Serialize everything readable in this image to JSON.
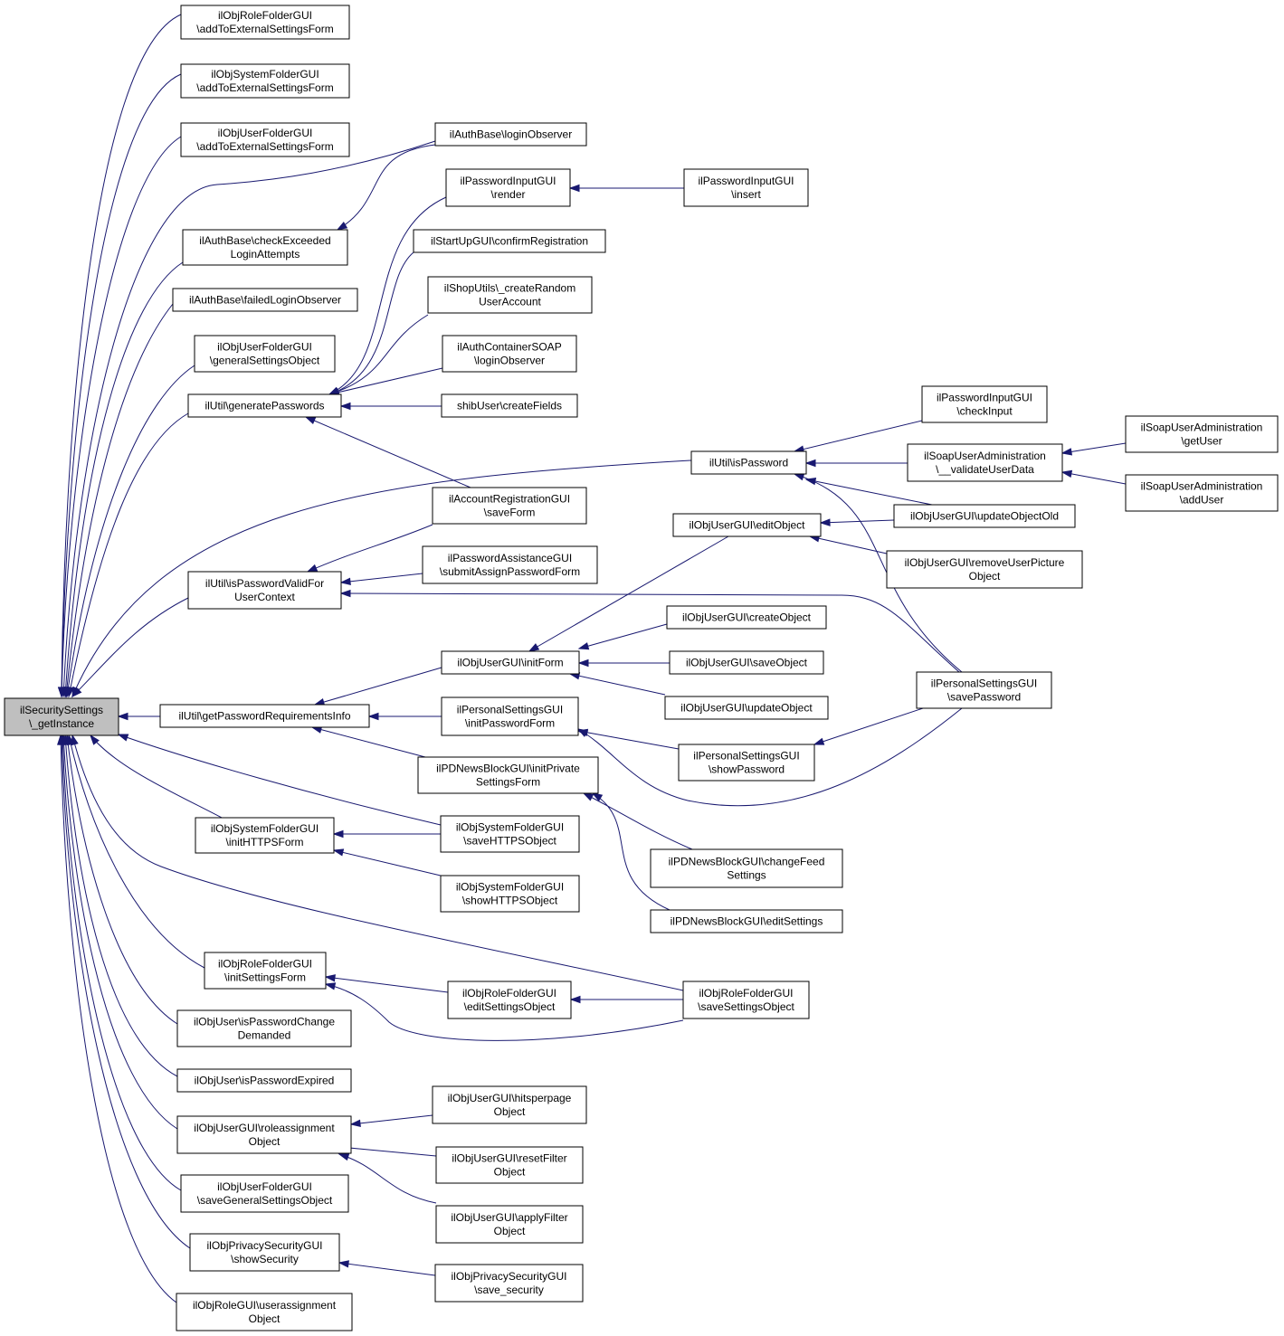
{
  "colors": {
    "edge": "#191970",
    "root_fill": "#bfbfbf",
    "node_fill": "#ffffff",
    "border": "#000000"
  },
  "nodes": [
    {
      "id": "root",
      "lines": [
        "ilSecuritySettings",
        "\\_getInstance"
      ]
    },
    {
      "id": "rfg_add",
      "lines": [
        "ilObjRoleFolderGUI",
        "\\addToExternalSettingsForm"
      ]
    },
    {
      "id": "sfg_add",
      "lines": [
        "ilObjSystemFolderGUI",
        "\\addToExternalSettingsForm"
      ]
    },
    {
      "id": "ufg_add",
      "lines": [
        "ilObjUserFolderGUI",
        "\\addToExternalSettingsForm"
      ]
    },
    {
      "id": "auth_login",
      "lines": [
        "ilAuthBase\\loginObserver"
      ]
    },
    {
      "id": "pig_render",
      "lines": [
        "ilPasswordInputGUI",
        "\\render"
      ]
    },
    {
      "id": "pig_insert",
      "lines": [
        "ilPasswordInputGUI",
        "\\insert"
      ]
    },
    {
      "id": "auth_check",
      "lines": [
        "ilAuthBase\\checkExceeded",
        "LoginAttempts"
      ]
    },
    {
      "id": "startup",
      "lines": [
        "ilStartUpGUI\\confirmRegistration"
      ]
    },
    {
      "id": "auth_failed",
      "lines": [
        "ilAuthBase\\failedLoginObserver"
      ]
    },
    {
      "id": "shop",
      "lines": [
        "ilShopUtils\\_createRandom",
        "UserAccount"
      ]
    },
    {
      "id": "ufg_general",
      "lines": [
        "ilObjUserFolderGUI",
        "\\generalSettingsObject"
      ]
    },
    {
      "id": "soap_login",
      "lines": [
        "ilAuthContainerSOAP",
        "\\loginObserver"
      ]
    },
    {
      "id": "util_gen",
      "lines": [
        "ilUtil\\generatePasswords"
      ]
    },
    {
      "id": "shib",
      "lines": [
        "shibUser\\createFields"
      ]
    },
    {
      "id": "pig_check",
      "lines": [
        "ilPasswordInputGUI",
        "\\checkInput"
      ]
    },
    {
      "id": "soap_getuser",
      "lines": [
        "ilSoapUserAdministration",
        "\\getUser"
      ]
    },
    {
      "id": "util_ispw",
      "lines": [
        "ilUtil\\isPassword"
      ]
    },
    {
      "id": "soap_validate",
      "lines": [
        "ilSoapUserAdministration",
        "\\__validateUserData"
      ]
    },
    {
      "id": "soap_adduser",
      "lines": [
        "ilSoapUserAdministration",
        "\\addUser"
      ]
    },
    {
      "id": "acc_save",
      "lines": [
        "ilAccountRegistrationGUI",
        "\\saveForm"
      ]
    },
    {
      "id": "ug_edit",
      "lines": [
        "ilObjUserGUI\\editObject"
      ]
    },
    {
      "id": "ug_updold",
      "lines": [
        "ilObjUserGUI\\updateObjectOld"
      ]
    },
    {
      "id": "pwa",
      "lines": [
        "ilPasswordAssistanceGUI",
        "\\submitAssignPasswordForm"
      ]
    },
    {
      "id": "ug_rmpic",
      "lines": [
        "ilObjUserGUI\\removeUserPicture",
        "Object"
      ]
    },
    {
      "id": "util_valid",
      "lines": [
        "ilUtil\\isPasswordValidFor",
        "UserContext"
      ]
    },
    {
      "id": "ug_create",
      "lines": [
        "ilObjUserGUI\\createObject"
      ]
    },
    {
      "id": "ug_init",
      "lines": [
        "ilObjUserGUI\\initForm"
      ]
    },
    {
      "id": "ug_save",
      "lines": [
        "ilObjUserGUI\\saveObject"
      ]
    },
    {
      "id": "ps_save",
      "lines": [
        "ilPersonalSettingsGUI",
        "\\savePassword"
      ]
    },
    {
      "id": "ug_update",
      "lines": [
        "ilObjUserGUI\\updateObject"
      ]
    },
    {
      "id": "util_req",
      "lines": [
        "ilUtil\\getPasswordRequirementsInfo"
      ]
    },
    {
      "id": "ps_init",
      "lines": [
        "ilPersonalSettingsGUI",
        "\\initPasswordForm"
      ]
    },
    {
      "id": "ps_show",
      "lines": [
        "ilPersonalSettingsGUI",
        "\\showPassword"
      ]
    },
    {
      "id": "nb_init",
      "lines": [
        "ilPDNewsBlockGUI\\initPrivate",
        "SettingsForm"
      ]
    },
    {
      "id": "sfg_init",
      "lines": [
        "ilObjSystemFolderGUI",
        "\\initHTTPSForm"
      ]
    },
    {
      "id": "sfg_save",
      "lines": [
        "ilObjSystemFolderGUI",
        "\\saveHTTPSObject"
      ]
    },
    {
      "id": "nb_change",
      "lines": [
        "ilPDNewsBlockGUI\\changeFeed",
        "Settings"
      ]
    },
    {
      "id": "sfg_show",
      "lines": [
        "ilObjSystemFolderGUI",
        "\\showHTTPSObject"
      ]
    },
    {
      "id": "nb_edit",
      "lines": [
        "ilPDNewsBlockGUI\\editSettings"
      ]
    },
    {
      "id": "rfg_init",
      "lines": [
        "ilObjRoleFolderGUI",
        "\\initSettingsForm"
      ]
    },
    {
      "id": "rfg_edit",
      "lines": [
        "ilObjRoleFolderGUI",
        "\\editSettingsObject"
      ]
    },
    {
      "id": "rfg_save",
      "lines": [
        "ilObjRoleFolderGUI",
        "\\saveSettingsObject"
      ]
    },
    {
      "id": "user_change",
      "lines": [
        "ilObjUser\\isPasswordChange",
        "Demanded"
      ]
    },
    {
      "id": "user_expired",
      "lines": [
        "ilObjUser\\isPasswordExpired"
      ]
    },
    {
      "id": "ug_hits",
      "lines": [
        "ilObjUserGUI\\hitsperpage",
        "Object"
      ]
    },
    {
      "id": "ug_role",
      "lines": [
        "ilObjUserGUI\\roleassignment",
        "Object"
      ]
    },
    {
      "id": "ug_reset",
      "lines": [
        "ilObjUserGUI\\resetFilter",
        "Object"
      ]
    },
    {
      "id": "ufg_savegen",
      "lines": [
        "ilObjUserFolderGUI",
        "\\saveGeneralSettingsObject"
      ]
    },
    {
      "id": "ug_apply",
      "lines": [
        "ilObjUserGUI\\applyFilter",
        "Object"
      ]
    },
    {
      "id": "psg_show",
      "lines": [
        "ilObjPrivacySecurityGUI",
        "\\showSecurity"
      ]
    },
    {
      "id": "psg_save",
      "lines": [
        "ilObjPrivacySecurityGUI",
        "\\save_security"
      ]
    },
    {
      "id": "rg_user",
      "lines": [
        "ilObjRoleGUI\\userassignment",
        "Object"
      ]
    }
  ],
  "edges": [
    {
      "from": "rfg_add",
      "to": "root"
    },
    {
      "from": "sfg_add",
      "to": "root"
    },
    {
      "from": "ufg_add",
      "to": "root"
    },
    {
      "from": "auth_login",
      "to": "root"
    },
    {
      "from": "auth_check",
      "to": "root"
    },
    {
      "from": "auth_failed",
      "to": "root"
    },
    {
      "from": "ufg_general",
      "to": "root"
    },
    {
      "from": "util_gen",
      "to": "root"
    },
    {
      "from": "util_ispw",
      "to": "root"
    },
    {
      "from": "util_valid",
      "to": "root"
    },
    {
      "from": "util_req",
      "to": "root"
    },
    {
      "from": "sfg_save",
      "to": "root"
    },
    {
      "from": "sfg_init",
      "to": "root"
    },
    {
      "from": "rfg_save",
      "to": "root"
    },
    {
      "from": "rfg_init",
      "to": "root"
    },
    {
      "from": "user_change",
      "to": "root"
    },
    {
      "from": "user_expired",
      "to": "root"
    },
    {
      "from": "ug_role",
      "to": "root"
    },
    {
      "from": "ufg_savegen",
      "to": "root"
    },
    {
      "from": "psg_show",
      "to": "root"
    },
    {
      "from": "rg_user",
      "to": "root"
    },
    {
      "from": "auth_login",
      "to": "auth_check"
    },
    {
      "from": "pig_insert",
      "to": "pig_render"
    },
    {
      "from": "pig_render",
      "to": "util_gen"
    },
    {
      "from": "startup",
      "to": "util_gen"
    },
    {
      "from": "shop",
      "to": "util_gen"
    },
    {
      "from": "soap_login",
      "to": "util_gen"
    },
    {
      "from": "shib",
      "to": "util_gen"
    },
    {
      "from": "acc_save",
      "to": "util_gen"
    },
    {
      "from": "pig_check",
      "to": "util_ispw"
    },
    {
      "from": "soap_validate",
      "to": "util_ispw"
    },
    {
      "from": "ug_updold",
      "to": "util_ispw"
    },
    {
      "from": "ps_save",
      "to": "util_ispw"
    },
    {
      "from": "soap_getuser",
      "to": "soap_validate"
    },
    {
      "from": "soap_adduser",
      "to": "soap_validate"
    },
    {
      "from": "acc_save",
      "to": "util_valid"
    },
    {
      "from": "pwa",
      "to": "util_valid"
    },
    {
      "from": "ps_save",
      "to": "util_valid"
    },
    {
      "from": "ug_updold",
      "to": "ug_edit"
    },
    {
      "from": "ug_rmpic",
      "to": "ug_edit"
    },
    {
      "from": "ug_edit",
      "to": "ug_init"
    },
    {
      "from": "ug_create",
      "to": "ug_init"
    },
    {
      "from": "ug_save",
      "to": "ug_init"
    },
    {
      "from": "ug_update",
      "to": "ug_init"
    },
    {
      "from": "ug_init",
      "to": "util_req"
    },
    {
      "from": "ps_init",
      "to": "util_req"
    },
    {
      "from": "nb_init",
      "to": "util_req"
    },
    {
      "from": "ps_show",
      "to": "ps_init"
    },
    {
      "from": "ps_save",
      "to": "ps_init"
    },
    {
      "from": "ps_save",
      "to": "ps_show"
    },
    {
      "from": "nb_change",
      "to": "nb_init"
    },
    {
      "from": "nb_edit",
      "to": "nb_init"
    },
    {
      "from": "sfg_save",
      "to": "sfg_init"
    },
    {
      "from": "sfg_show",
      "to": "sfg_init"
    },
    {
      "from": "rfg_edit",
      "to": "rfg_init"
    },
    {
      "from": "rfg_save",
      "to": "rfg_init"
    },
    {
      "from": "rfg_save",
      "to": "rfg_edit"
    },
    {
      "from": "ug_hits",
      "to": "ug_role"
    },
    {
      "from": "ug_reset",
      "to": "ug_role"
    },
    {
      "from": "ug_apply",
      "to": "ug_role"
    },
    {
      "from": "psg_save",
      "to": "psg_show"
    }
  ]
}
